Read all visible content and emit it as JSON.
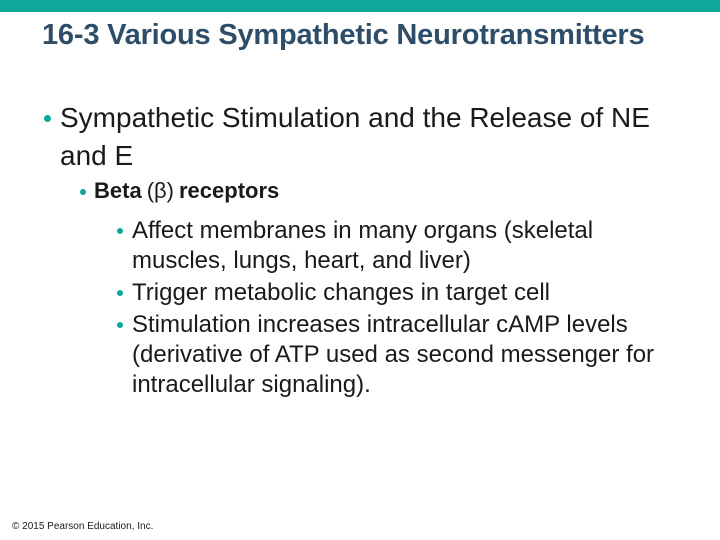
{
  "colors": {
    "accent_teal": "#0ea79c",
    "title_text": "#2e4d68",
    "body_text": "#1a1a1a"
  },
  "slide": {
    "title": "16-3 Various Sympathetic Neurotransmitters",
    "level1_text": "Sympathetic Stimulation and the Release of NE\nand E",
    "level2": {
      "word1": "Beta",
      "word2": "(β)",
      "word3": "receptors"
    },
    "level3": [
      {
        "text": "Affect membranes in many organs (skeletal\nmuscles, lungs, heart, and liver)"
      },
      {
        "text": "Trigger metabolic changes in target cell"
      },
      {
        "text": "Stimulation increases intracellular cAMP levels\n(derivative of ATP used as second messenger for\nintracellular signaling)."
      }
    ],
    "footer": "© 2015 Pearson Education, Inc."
  }
}
